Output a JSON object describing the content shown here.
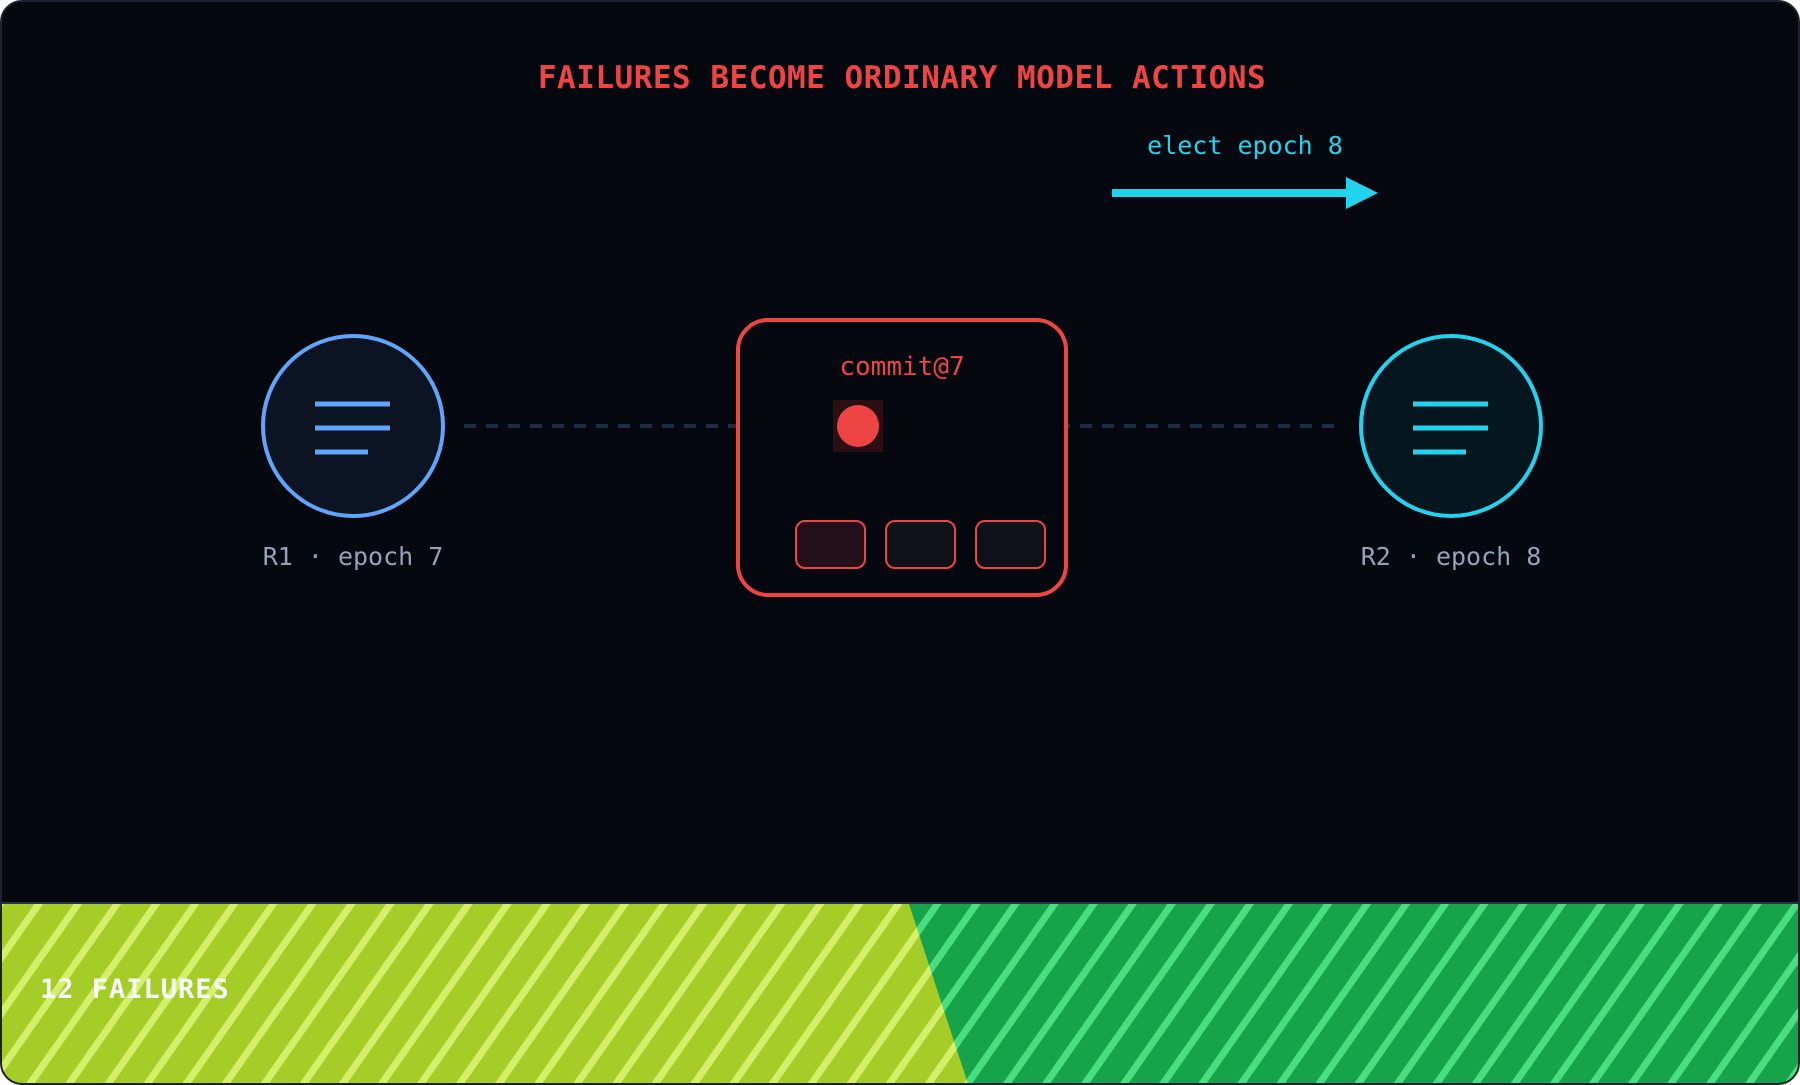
{
  "title": "FAILURES BECOME ORDINARY MODEL ACTIONS",
  "action": {
    "label": "elect epoch 8",
    "color": "#22d3ee"
  },
  "nodes": [
    {
      "id": "r1",
      "label": "R1 · epoch 7",
      "icon": "lines-icon",
      "color": "#60a5fa"
    },
    {
      "id": "r2",
      "label": "R2 · epoch 8",
      "icon": "lines-icon",
      "color": "#22d3ee"
    }
  ],
  "commit_box": {
    "label": "commit@7",
    "color": "#ef4444",
    "slots": 3
  },
  "footer": {
    "label": "12 FAILURES",
    "colors": [
      "#a6cc27",
      "#16a34a"
    ]
  }
}
